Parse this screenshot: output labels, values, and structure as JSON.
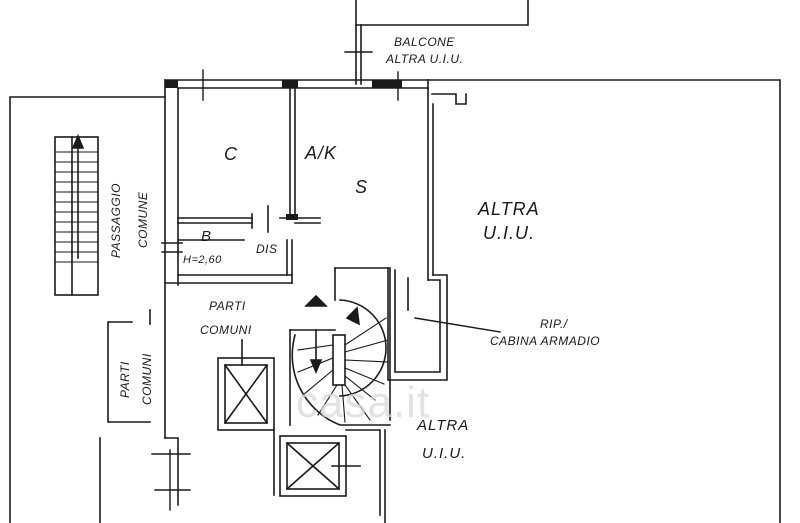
{
  "rooms": {
    "c": "C",
    "ak": "A/K",
    "s": "S",
    "b": "B",
    "b_height": "H=2,60",
    "dis": "DIS"
  },
  "labels": {
    "balcone_line1": "BALCONE",
    "balcone_line2": "ALTRA U.I.U.",
    "altra_right_1": "ALTRA",
    "altra_right_2": "U.I.U.",
    "altra_bottom_1": "ALTRA",
    "altra_bottom_2": "U.I.U.",
    "passaggio": "PASSAGGIO",
    "comune": "COMUNE",
    "parti_center_1": "PARTI",
    "parti_center_2": "COMUNI",
    "parti_left_1": "PARTI",
    "parti_left_2": "COMUNI",
    "rip_line1": "RIP./",
    "rip_line2": "CABINA ARMADIO"
  },
  "watermark": "casa.it",
  "colors": {
    "ink": "#1a1a1a",
    "paper": "#ffffff",
    "watermark": "#d9d9d9"
  }
}
